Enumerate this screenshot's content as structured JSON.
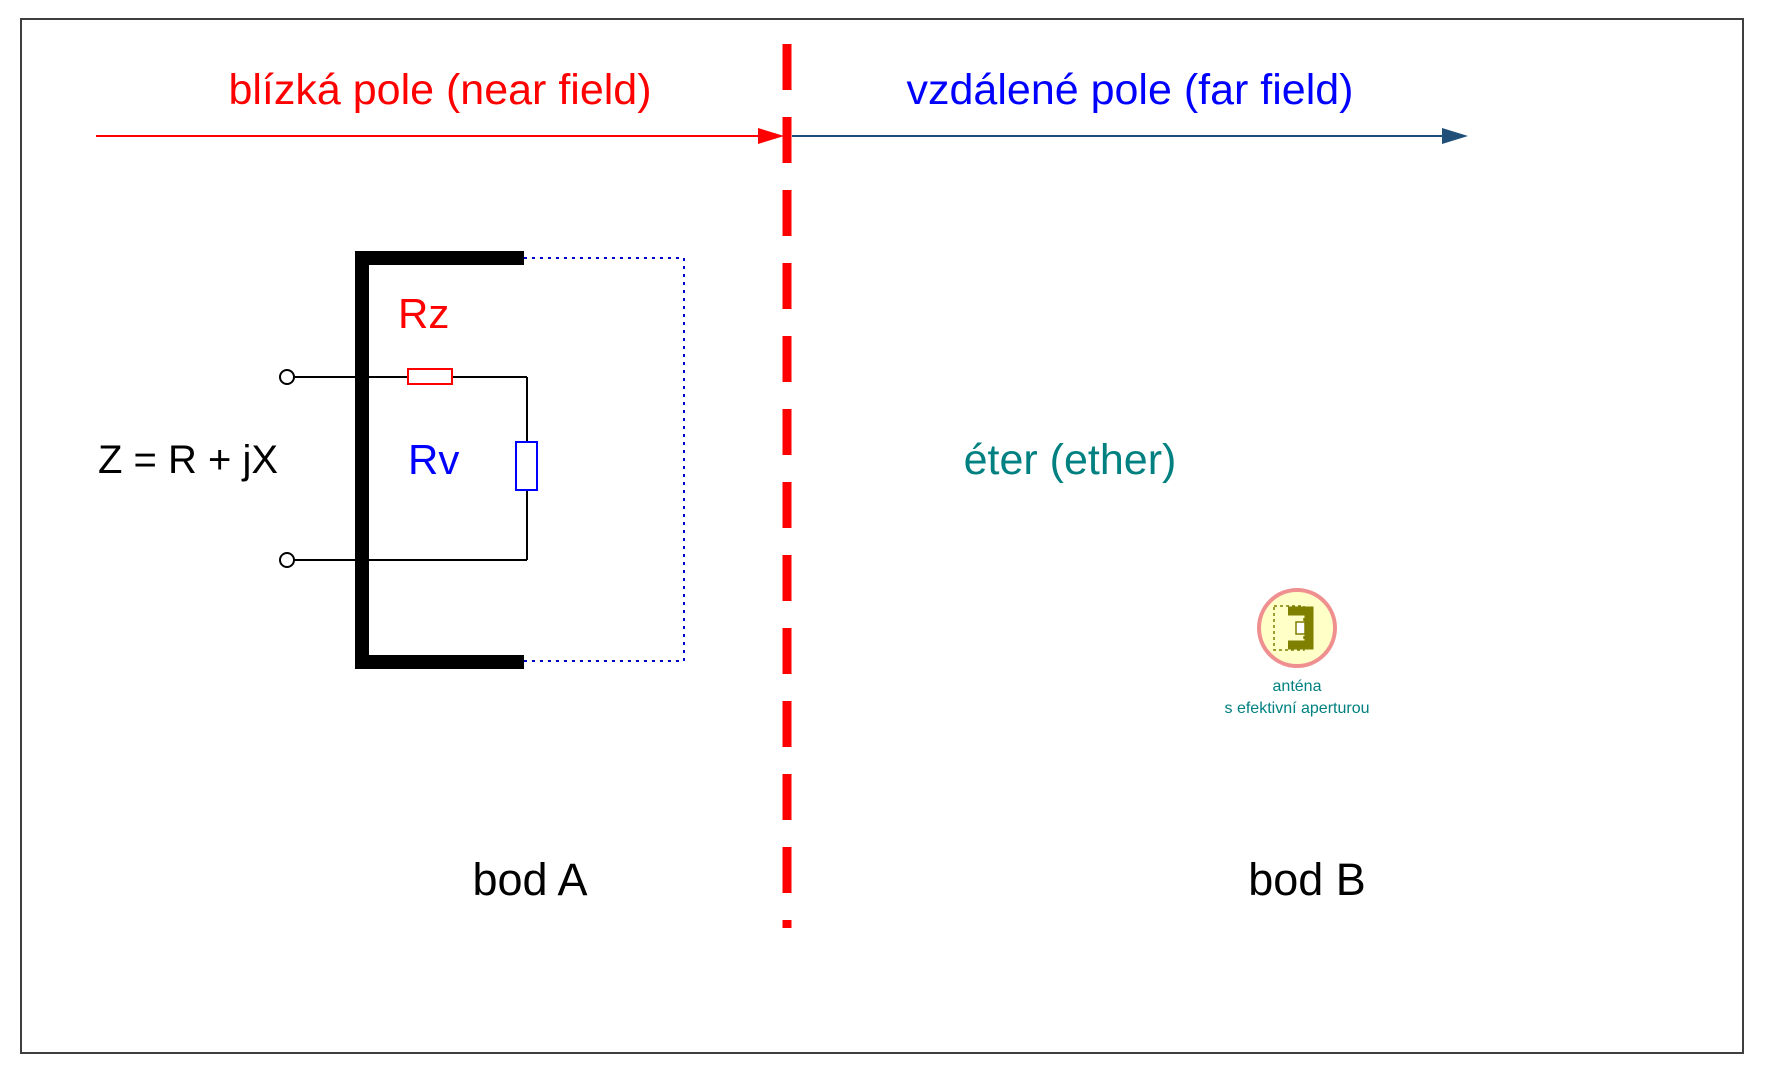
{
  "diagram": {
    "near_field_label": "blízká pole (near field)",
    "far_field_label": "vzdálené pole (far field)",
    "impedance_label": "Z = R + jX",
    "rz_label": "Rz",
    "rv_label": "Rv",
    "ether_label": "éter (ether)",
    "antenna_caption_line1": "anténa",
    "antenna_caption_line2": "s efektivní aperturou",
    "point_a_label": "bod A",
    "point_b_label": "bod B"
  },
  "colors": {
    "near_field": "#ff0000",
    "far_field": "#0000ff",
    "far_field_arrow": "#1f4e79",
    "boundary": "#ff0000",
    "ether": "#008080",
    "rv": "#0000ff",
    "circuit": "#000000",
    "equivalent_outline": "#0000cc",
    "icon_fill": "#ffffc8",
    "icon_ring": "#f08f8f",
    "icon_element": "#7f7f00"
  }
}
